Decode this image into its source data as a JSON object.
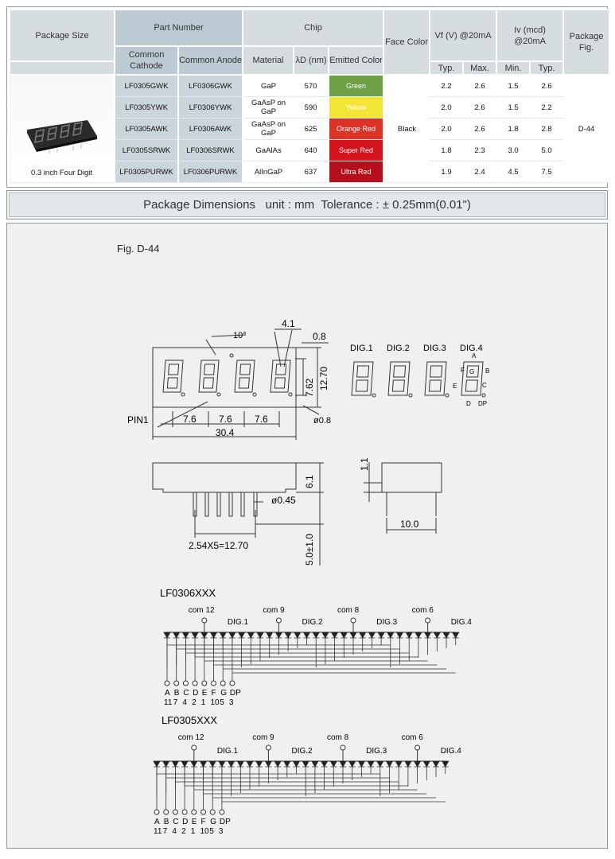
{
  "headers": {
    "package_size": "Package Size",
    "part_number": "Part Number",
    "common_cathode": "Common Cathode",
    "common_anode": "Common Anode",
    "chip": "Chip",
    "material": "Material",
    "wavelength": "λD (nm)",
    "emitted_color": "Emitted Color",
    "face_color": "Face Color",
    "vf": "Vf (V) @20mA",
    "iv": "Iv (mcd) @20mA",
    "package_fig": "Package Fig.",
    "typ": "Typ.",
    "max": "Max.",
    "min": "Min.",
    "typ2": "Typ."
  },
  "package": {
    "caption": "0.3 inch Four Digit",
    "face_color": "Black",
    "fig": "D-44"
  },
  "rows": [
    {
      "cathode": "LF0305GWK",
      "anode": "LF0306GWK",
      "material": "GaP",
      "wavelength": "570",
      "color": "Green",
      "color_hex": "#6ea046",
      "vf_typ": "2.2",
      "vf_max": "2.6",
      "iv_min": "1.5",
      "iv_typ": "2.6"
    },
    {
      "cathode": "LF0305YWK",
      "anode": "LF0306YWK",
      "material": "GaAsP on GaP",
      "wavelength": "590",
      "color": "Yellow",
      "color_hex": "#f2e536",
      "vf_typ": "2.0",
      "vf_max": "2.6",
      "iv_min": "1.5",
      "iv_typ": "2.2"
    },
    {
      "cathode": "LF0305AWK",
      "anode": "LF0306AWK",
      "material": "GaAsP on GaP",
      "wavelength": "625",
      "color": "Orange Red",
      "color_hex": "#dd3326",
      "vf_typ": "2.0",
      "vf_max": "2.6",
      "iv_min": "1.8",
      "iv_typ": "2.8"
    },
    {
      "cathode": "LF0305SRWK",
      "anode": "LF0306SRWK",
      "material": "GaAlAs",
      "wavelength": "640",
      "color": "Super Red",
      "color_hex": "#d4141d",
      "vf_typ": "1.8",
      "vf_max": "2.3",
      "iv_min": "3.0",
      "iv_typ": "5.0"
    },
    {
      "cathode": "LF0305PURWK",
      "anode": "LF0306PURWK",
      "material": "AlInGaP",
      "wavelength": "637",
      "color": "Ultra Red",
      "color_hex": "#b50f1b",
      "vf_typ": "1.9",
      "vf_max": "2.4",
      "iv_min": "4.5",
      "iv_typ": "7.5"
    }
  ],
  "section_title": "Package Dimensions   unit : mm  Tolerance : ± 0.25mm(0.01\")",
  "drawing": {
    "fig_label": "Fig. D-44",
    "angle": "10°",
    "dim_4_1": "4.1",
    "dim_0_8": "0.8",
    "dim_7_62": "7.62",
    "dim_12_70": "12.70",
    "pin1": "PIN1",
    "pitch1": "7.6",
    "pitch2": "7.6",
    "pitch3": "7.6",
    "width": "30.4",
    "dp_dia": "ø0.8",
    "dig_labels": [
      "DIG.1",
      "DIG.2",
      "DIG.3",
      "DIG.4"
    ],
    "seg_labels": {
      "a": "A",
      "b": "B",
      "c": "C",
      "d": "D",
      "e": "E",
      "f": "F",
      "g": "G",
      "dp": "DP"
    },
    "dim_6_1": "6.1",
    "pin_dia": "ø0.45",
    "pin_span": "2.54X5=12.70",
    "lead_len": "5.0±1.0",
    "dim_1_1": "1.1",
    "depth": "10.0"
  },
  "circuits": [
    {
      "title": "LF0306XXX",
      "coms": [
        "com  12",
        "com  9",
        "com  8",
        "com  6"
      ],
      "digs": [
        "DIG.1",
        "DIG.2",
        "DIG.3",
        "DIG.4"
      ],
      "pins": [
        "A",
        "B",
        "C",
        "D",
        "E",
        "F",
        "G",
        "DP"
      ],
      "nums": [
        "11",
        "7",
        "4",
        "2",
        "1",
        "10",
        "5",
        "3"
      ]
    },
    {
      "title": "LF0305XXX",
      "coms": [
        "com  12",
        "com  9",
        "com  8",
        "com  6"
      ],
      "digs": [
        "DIG.1",
        "DIG.2",
        "DIG.3",
        "DIG.4"
      ],
      "pins": [
        "A",
        "B",
        "C",
        "D",
        "E",
        "F",
        "G",
        "DP"
      ],
      "nums": [
        "11",
        "7",
        "4",
        "2",
        "1",
        "10",
        "5",
        "3"
      ]
    }
  ]
}
